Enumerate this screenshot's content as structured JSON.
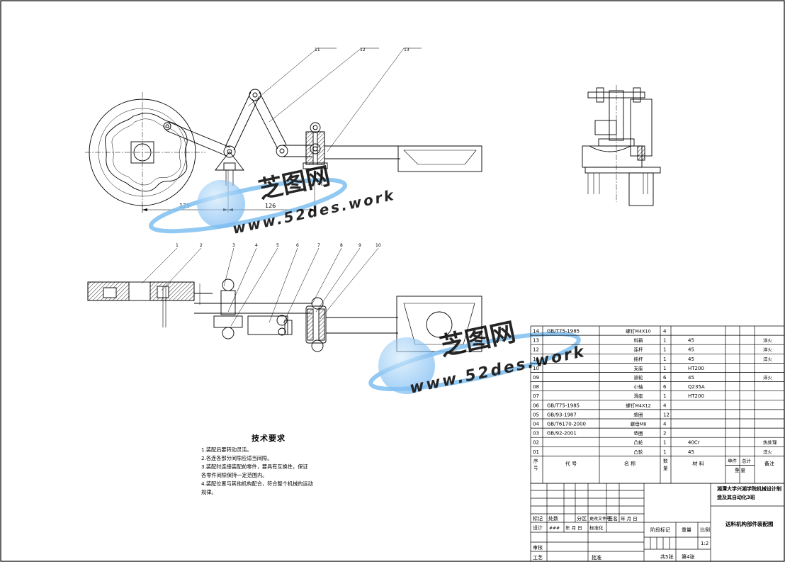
{
  "watermark": {
    "brand": "芝图网",
    "url": "www.52des.work"
  },
  "dimensions": {
    "d1": "125",
    "d2": "126"
  },
  "balloons": [
    "1",
    "2",
    "3",
    "4",
    "5",
    "6",
    "7",
    "8",
    "9",
    "10",
    "11",
    "12",
    "13"
  ],
  "notes": {
    "title": "技术要求",
    "items": [
      "1.装配后要转动灵活。",
      "2.各连各部分间隙应适当间隙。",
      "3.装配时连接装配前零件，要具有互换性，保证",
      "各零件间隙保持一定范围内。",
      "4.装配位置与其他机构配合，符合整个机械的运动",
      "规律。"
    ]
  },
  "bom": {
    "headers": {
      "no": "序\n号",
      "code": "代 号",
      "name": "名 称",
      "qty": "数\n量",
      "material": "材 料",
      "unit_weight": "单件",
      "total_weight": "总计",
      "weight": "重 量",
      "remark": "备注"
    },
    "rows": [
      {
        "no": "14",
        "code": "GB/T75-1985",
        "name": "螺钉M4X10",
        "qty": "4",
        "material": "",
        "remark": ""
      },
      {
        "no": "13",
        "code": "",
        "name": "料箱",
        "qty": "1",
        "material": "45",
        "remark": "淬火"
      },
      {
        "no": "12",
        "code": "",
        "name": "连杆",
        "qty": "1",
        "material": "45",
        "remark": "淬火"
      },
      {
        "no": "11",
        "code": "",
        "name": "摇杆",
        "qty": "1",
        "material": "45",
        "remark": "淬火"
      },
      {
        "no": "10",
        "code": "",
        "name": "支座",
        "qty": "1",
        "material": "HT200",
        "remark": ""
      },
      {
        "no": "09",
        "code": "",
        "name": "滚轮",
        "qty": "6",
        "material": "45",
        "remark": "淬火"
      },
      {
        "no": "08",
        "code": "",
        "name": "小轴",
        "qty": "6",
        "material": "Q235A",
        "remark": ""
      },
      {
        "no": "07",
        "code": "",
        "name": "滑座",
        "qty": "1",
        "material": "HT200",
        "remark": ""
      },
      {
        "no": "06",
        "code": "GB/T75-1985",
        "name": "螺钉M4X12",
        "qty": "4",
        "material": "",
        "remark": ""
      },
      {
        "no": "05",
        "code": "GB/93-1987",
        "name": "垫圈",
        "qty": "12",
        "material": "",
        "remark": ""
      },
      {
        "no": "04",
        "code": "GB/T6170-2000",
        "name": "螺母M8",
        "qty": "4",
        "material": "",
        "remark": ""
      },
      {
        "no": "03",
        "code": "GB/92-2001",
        "name": "垫圈",
        "qty": "2",
        "material": "",
        "remark": ""
      },
      {
        "no": "02",
        "code": "",
        "name": "凸轮",
        "qty": "1",
        "material": "40Cr",
        "remark": "热处理"
      },
      {
        "no": "01",
        "code": "",
        "name": "凸轮",
        "qty": "1",
        "material": "45",
        "remark": "淬火"
      }
    ]
  },
  "title_block": {
    "org_line1": "湘潭大学兴湘学院机械设计制",
    "org_line2": "造及其自动化3班",
    "drawing_title": "送料机构部件装配图",
    "mark": "标记",
    "count": "处数",
    "zone": "分区",
    "change_doc": "更改文件号",
    "sign": "签名",
    "date": "年 月 日",
    "design": "设计",
    "designer": "### ",
    "ymd": "年 月 日",
    "standard": "标准化",
    "stage_mark": "阶段标记",
    "weight": "重量",
    "scale": "比例",
    "scale_value": "1:2",
    "check": "审核",
    "process": "工艺",
    "approve": "批准",
    "sheets_total": "共5张",
    "sheet_no": "第4张"
  }
}
